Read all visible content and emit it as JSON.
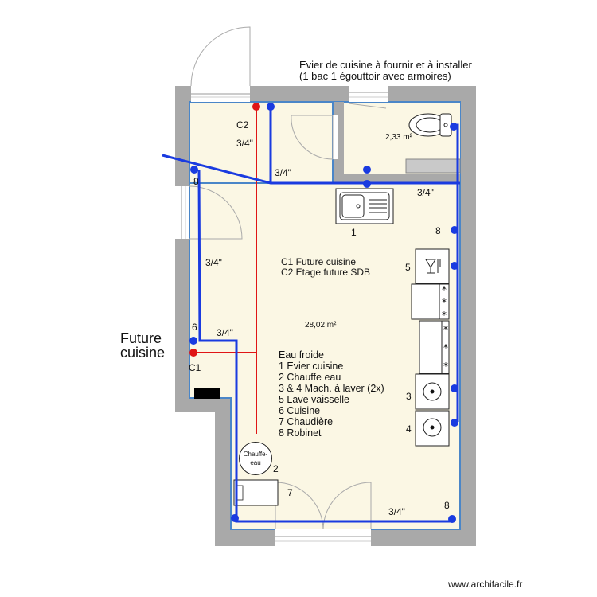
{
  "header_note": {
    "line1": "Evier de cuisine à fournir et à installer",
    "line2": "(1 bac 1 égouttoir avec armoires)"
  },
  "side_label": {
    "line1": "Future",
    "line2": "cuisine"
  },
  "rooms": {
    "main_area": "28,02 m²",
    "wc_area": "2,33 m²"
  },
  "circuits": {
    "c1": "C1",
    "c2": "C2",
    "c1_desc": "C1 Future cuisine",
    "c2_desc": "C2 Etage future SDB"
  },
  "pipe_sizes": {
    "c2_riser": "3/4\"",
    "c2_branch": "3/4\"",
    "top_right": "3/4\"",
    "left_vertical": "3/4\"",
    "left_horizontal": "3/4\"",
    "bottom": "3/4\""
  },
  "legend": {
    "title": "Eau froide",
    "items": [
      "1 Evier cuisine",
      "2 Chauffe eau",
      "3 & 4 Mach. à laver (2x)",
      "5 Lave vaisselle",
      "6 Cuisine",
      "7 Chaudière",
      "8 Robinet"
    ]
  },
  "fixture_numbers": {
    "sink": "1",
    "water_heater": "2",
    "washer1": "3",
    "washer2": "4",
    "dishwasher": "5",
    "kitchen": "6",
    "boiler": "7",
    "tap_top_left": "8",
    "tap_right": "8",
    "tap_bottom_right": "8"
  },
  "water_heater_label": {
    "line1": "Chauffe-",
    "line2": "eau"
  },
  "colors": {
    "wall": "#a9a9a9",
    "floor": "#fbf7e4",
    "cold_pipe": "#1a3be0",
    "hot_pipe": "#e01515",
    "room_outline": "#4a86c8"
  },
  "footer": {
    "watermark": "www.archifacile.fr"
  }
}
